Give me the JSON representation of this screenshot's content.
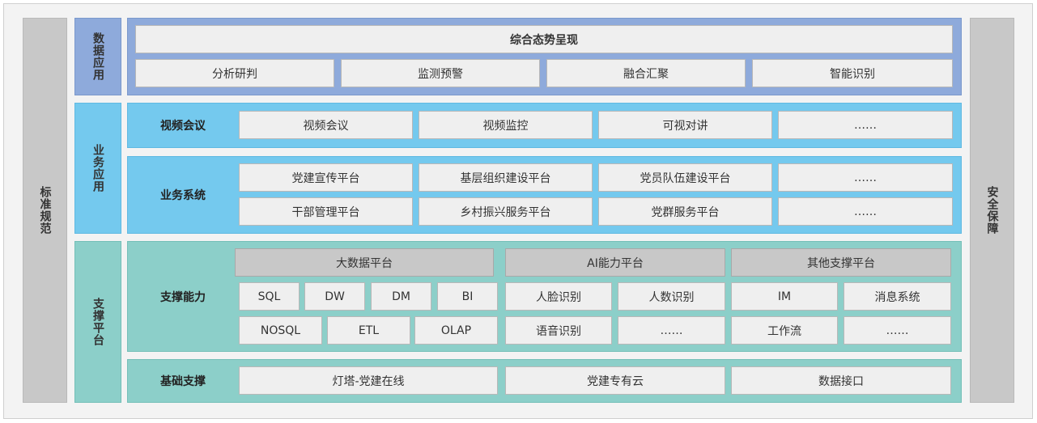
{
  "left_side": "标准规范",
  "right_side": "安全保障",
  "data_app": {
    "label": "数据应用",
    "title": "综合态势呈现",
    "items": [
      "分析研判",
      "监测预警",
      "融合汇聚",
      "智能识别"
    ]
  },
  "biz_app": {
    "label": "业务应用",
    "video": {
      "label": "视频会议",
      "items": [
        "视频会议",
        "视频监控",
        "可视对讲",
        "……"
      ]
    },
    "system": {
      "label": "业务系统",
      "row1": [
        "党建宣传平台",
        "基层组织建设平台",
        "党员队伍建设平台",
        "……"
      ],
      "row2": [
        "干部管理平台",
        "乡村振兴服务平台",
        "党群服务平台",
        "……"
      ]
    }
  },
  "support": {
    "label": "支撑平台",
    "capability": {
      "label": "支撑能力",
      "bigdata": {
        "title": "大数据平台",
        "row1": [
          "SQL",
          "DW",
          "DM",
          "BI"
        ],
        "row2": [
          "NOSQL",
          "ETL",
          "OLAP"
        ]
      },
      "ai": {
        "title": "AI能力平台",
        "row1": [
          "人脸识别",
          "人数识别"
        ],
        "row2": [
          "语音识别",
          "……"
        ]
      },
      "other": {
        "title": "其他支撑平台",
        "row1": [
          "IM",
          "消息系统"
        ],
        "row2": [
          "工作流",
          "……"
        ]
      }
    },
    "base": {
      "label": "基础支撑",
      "items": [
        "灯塔-党建在线",
        "党建专有云",
        "数据接口"
      ]
    }
  },
  "colors": {
    "data_app": "#8eaadb",
    "biz_app": "#74c9ee",
    "support": "#8ccfc9",
    "side": "#c8c8c8",
    "box": "#efefef"
  }
}
